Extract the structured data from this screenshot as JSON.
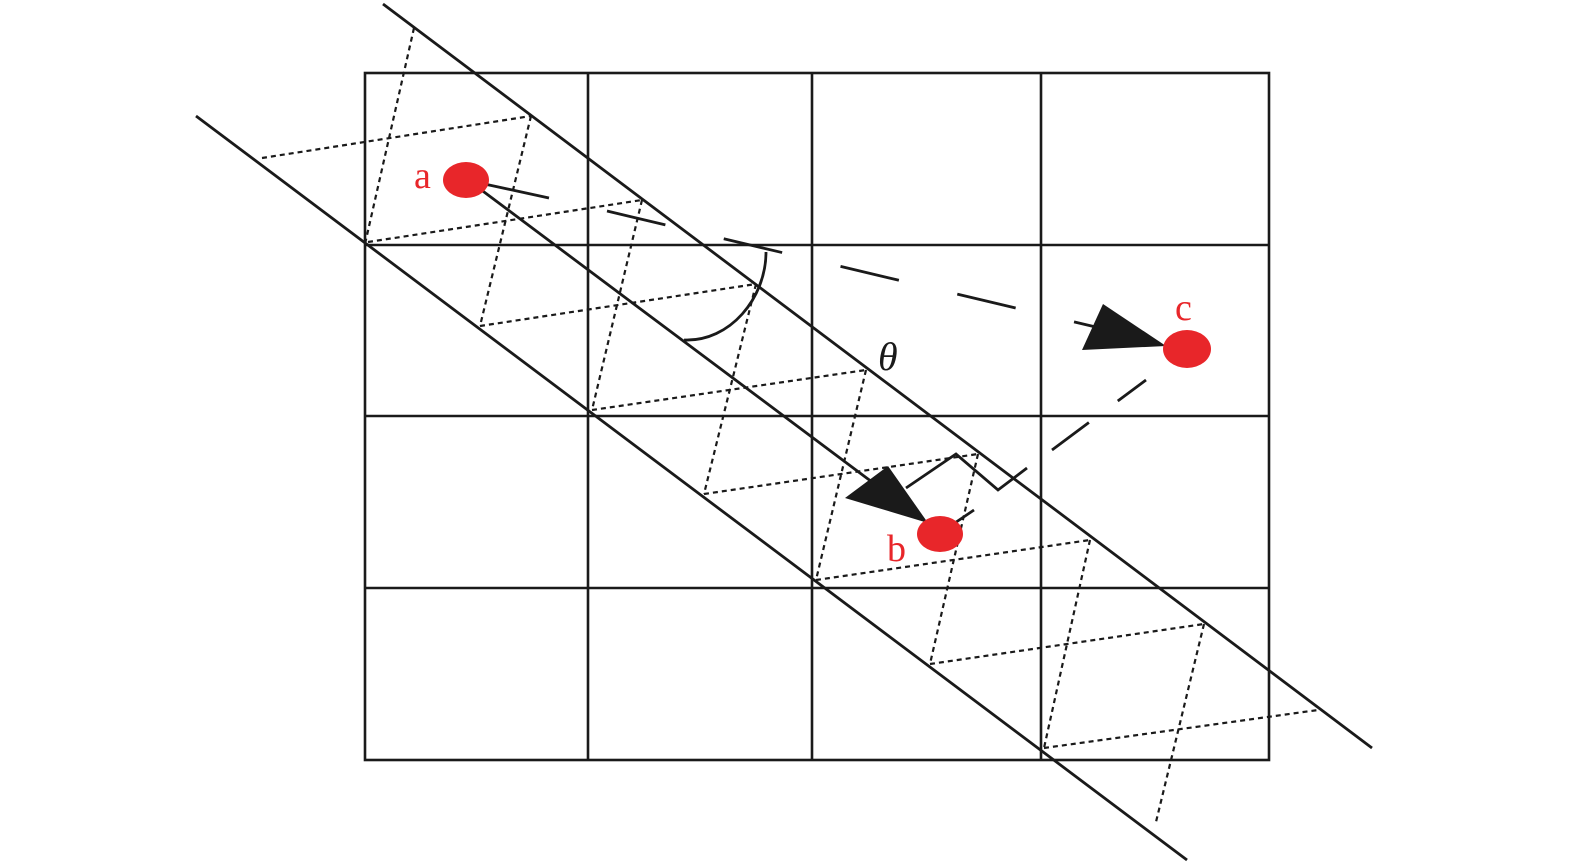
{
  "diagram": {
    "colors": {
      "point": "#e8262a",
      "line": "#1a1a1a"
    },
    "points": {
      "a": {
        "label": "a"
      },
      "b": {
        "label": "b"
      },
      "c": {
        "label": "c"
      }
    },
    "angle": {
      "label": "θ"
    }
  }
}
